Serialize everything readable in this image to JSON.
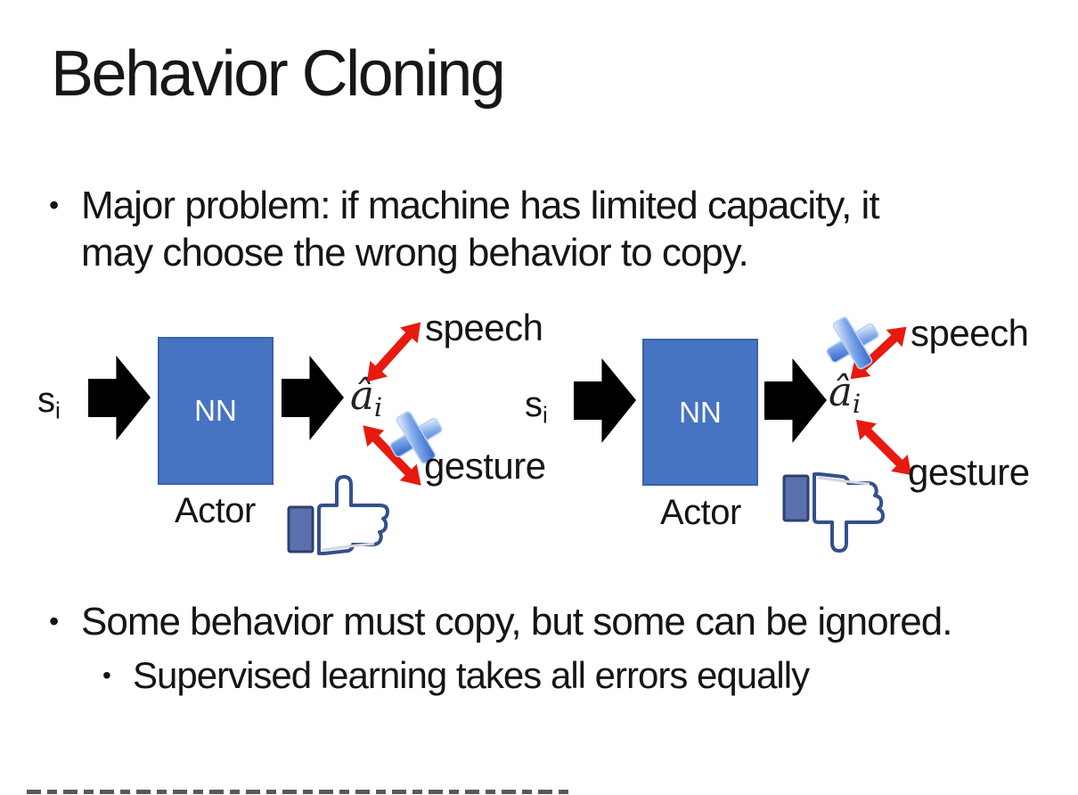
{
  "slide": {
    "title": "Behavior Cloning",
    "bullet_char": "•",
    "bullet1_line1": "Major problem: if machine has limited capacity, it",
    "bullet1_line2": "may choose the wrong behavior to copy.",
    "bullet2": "Some behavior must copy, but some can be ignored.",
    "bullet2_sub": "Supervised learning takes all errors equally"
  },
  "diagram_left": {
    "input_base": "s",
    "input_sub": "i",
    "nn_label": "NN",
    "actor_label": "Actor",
    "output_base": "â",
    "output_sub": "i",
    "speech_label": "speech",
    "gesture_label": "gesture",
    "crossed_out_behavior": "gesture",
    "feedback_icon": "thumbs-up"
  },
  "diagram_right": {
    "input_base": "s",
    "input_sub": "i",
    "nn_label": "NN",
    "actor_label": "Actor",
    "output_base": "â",
    "output_sub": "i",
    "speech_label": "speech",
    "gesture_label": "gesture",
    "crossed_out_behavior": "speech",
    "feedback_icon": "thumbs-down"
  },
  "colors": {
    "nn_box_fill": "#4673c2",
    "nn_box_border": "#3c61a6",
    "block_arrow_black": "#000000",
    "relation_arrow_red": "#e8190f",
    "cross_blue_light": "#e8f1fb",
    "cross_blue_dark": "#2e63cb",
    "thumb_outline_navy": "#34508c",
    "thumb_cuff_blue": "#5c6fae",
    "text_color": "#151515"
  }
}
